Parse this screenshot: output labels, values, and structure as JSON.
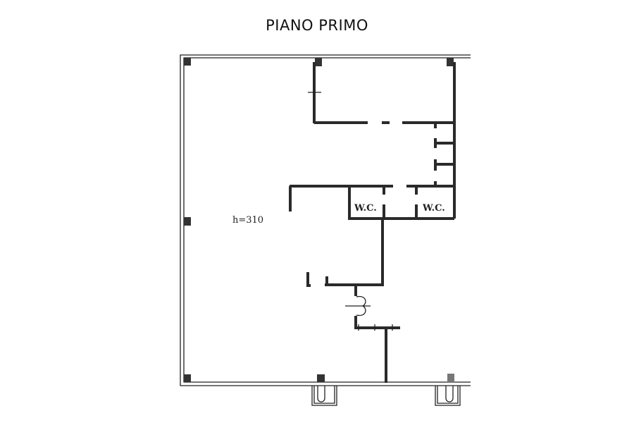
{
  "title": "PIANO PRIMO",
  "plan": {
    "height_label": "h=310",
    "rooms": [
      {
        "label": "W.C."
      },
      {
        "label": "W.C."
      }
    ]
  },
  "colors": {
    "wall": "#2a2a2a",
    "background": "#ffffff"
  }
}
